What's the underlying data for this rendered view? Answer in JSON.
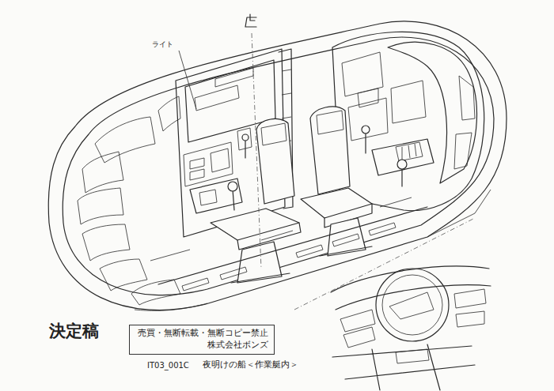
{
  "diagram": {
    "nodes": [
      {
        "text": [
          "売買・無断転載・無断コピー禁止 株式会社ボンズ"
        ]
      }
    ],
    "labels": [
      "ライト",
      "決定稿",
      "IT03_001C",
      "夜明けの船＜作業艇内＞"
    ]
  }
}
